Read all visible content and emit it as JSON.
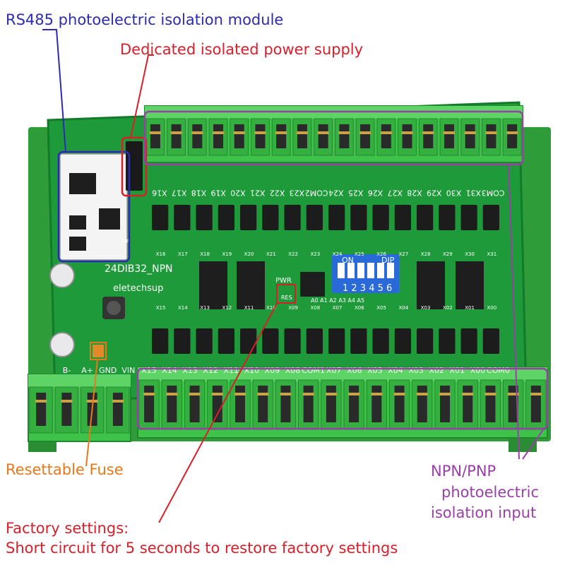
{
  "colors": {
    "background": "#ffffff",
    "pcb": "#1f9a3a",
    "pcb_dark": "#137a2a",
    "terminal": "#3fc24a",
    "terminal_dark": "#2a9a36",
    "blue_label": "#2b2bb5",
    "red_label": "#d81f2a",
    "orange_label": "#e8781a",
    "purple_label": "#9a3fa8"
  },
  "callouts": {
    "rs485": "RS485 photoelectric isolation module",
    "power": "Dedicated isolated power supply",
    "fuse": "Resettable Fuse",
    "npn_line1": "NPN/PNP",
    "npn_line2": "photoelectric",
    "npn_line3": "isolation input",
    "factory_line1": "Factory settings:",
    "factory_line2": "Short circuit for 5 seconds to restore factory settings"
  },
  "board": {
    "model": "24DIB32_NPN",
    "brand": "eletechsup",
    "pwr": "PWR",
    "res": "RES",
    "isp": "ISP",
    "dip_on": "ON",
    "dip_label": "DIP",
    "dip_numbers": [
      "1",
      "2",
      "3",
      "4",
      "5",
      "6"
    ],
    "address_labels": "A0  A1  A2  A3  A4  A5",
    "top_terminal_labels": [
      "X16",
      "X17",
      "X18",
      "X19",
      "X20",
      "X21",
      "X22",
      "X23",
      "COM2",
      "X24",
      "X25",
      "X26",
      "X27",
      "X28",
      "X29",
      "X30",
      "X31",
      "COM3"
    ],
    "bottom_terminal_labels": [
      "B-",
      "A+",
      "GND",
      "VIN",
      "X15",
      "X14",
      "X13",
      "X12",
      "X11",
      "X10",
      "X09",
      "X08",
      "COM1",
      "X07",
      "X06",
      "X05",
      "X04",
      "X03",
      "X02",
      "X01",
      "X00",
      "COM0"
    ],
    "top_led_labels": [
      "X16",
      "X17",
      "X18",
      "X19",
      "X20",
      "X21",
      "X22",
      "X23",
      "X24",
      "X25",
      "X26",
      "X27",
      "X28",
      "X29",
      "X30",
      "X31"
    ],
    "bottom_led_labels": [
      "X15",
      "X14",
      "X13",
      "X12",
      "X11",
      "X10",
      "X09",
      "X08",
      "X07",
      "X06",
      "X05",
      "X04",
      "X03",
      "X02",
      "X01",
      "X00"
    ]
  }
}
